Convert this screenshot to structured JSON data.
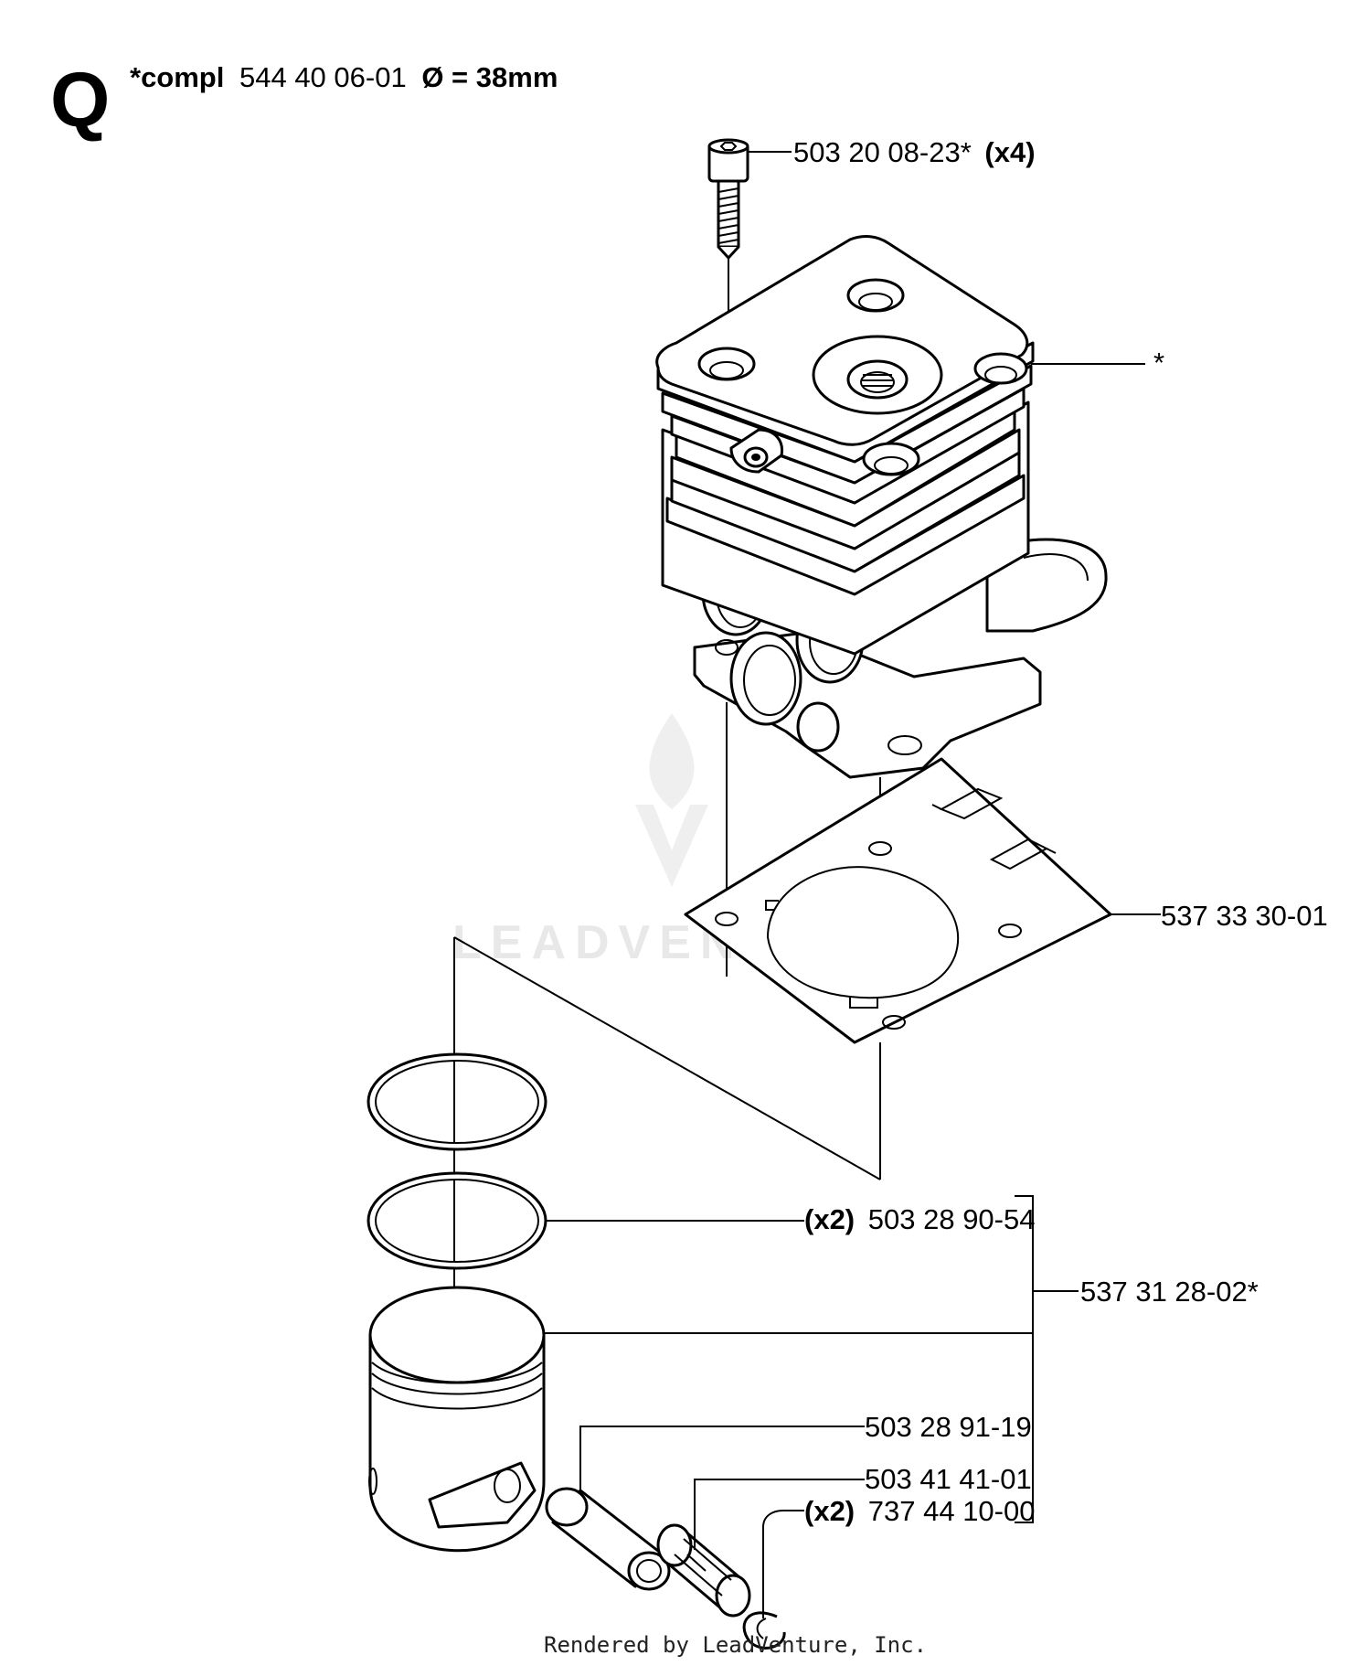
{
  "section": {
    "letter": "Q",
    "compl_prefix": "*compl",
    "compl_part": "544 40 06-01",
    "compl_size": "Ø = 38mm"
  },
  "callouts": {
    "screw": {
      "part": "503 20 08-23*",
      "qty": "(x4)"
    },
    "cylinder": {
      "part": "*"
    },
    "gasket": {
      "part": "537 33 30-01"
    },
    "rings": {
      "qty": "(x2)",
      "part": "503 28 90-54"
    },
    "piston_kit": {
      "part": "537 31 28-02*"
    },
    "pin": {
      "part": "503 28 91-19"
    },
    "bearing": {
      "part": "503 41 41-01"
    },
    "circlip": {
      "qty": "(x2)",
      "part": "737 44 10-00"
    }
  },
  "watermark": "LEADVENTURE",
  "footer": "Rendered by LeadVenture, Inc."
}
